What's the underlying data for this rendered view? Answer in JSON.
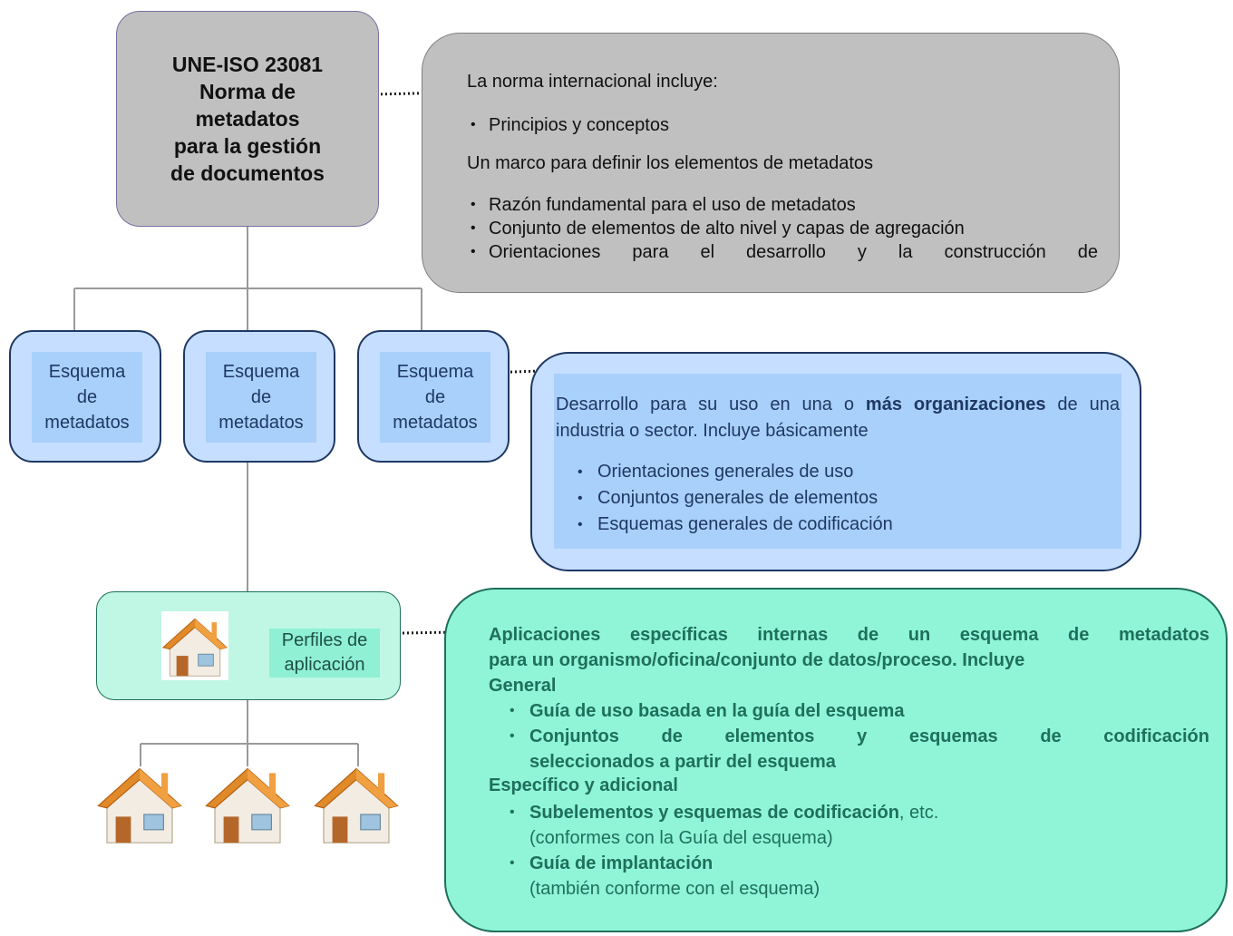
{
  "standard": {
    "title_lines": [
      "UNE-ISO 23081",
      "Norma de",
      "metadatos",
      "para la gestión",
      "de documentos"
    ]
  },
  "standard_description": {
    "intro": "La norma internacional incluye:",
    "item_1": "Principios y conceptos",
    "framework": "Un marco para definir los elementos de metadatos",
    "items": [
      "Razón fundamental para el uso de metadatos",
      "Conjunto de elementos de alto nivel y capas de agregación",
      "Orientaciones para el desarrollo y la construcción de"
    ]
  },
  "schemas": [
    {
      "lines": [
        "Esquema",
        "de",
        "metadatos"
      ]
    },
    {
      "lines": [
        "Esquema",
        "de",
        "metadatos"
      ]
    },
    {
      "lines": [
        "Esquema",
        "de",
        "metadatos"
      ]
    }
  ],
  "schema_description": {
    "text_before": "Desarrollo para su uso en una o ",
    "text_bold": "más organizaciones",
    "text_after": " de una industria o sector. Incluye básicamente",
    "items": [
      "Orientaciones generales de uso",
      "Conjuntos generales de elementos",
      "Esquemas generales de codificación"
    ]
  },
  "profiles": {
    "label_lines": [
      "Perfiles de",
      "aplicación"
    ],
    "icon": "house-icon"
  },
  "profile_description": {
    "heading_lines": [
      "Aplicaciones específicas internas de un esquema de metadatos",
      "para un organismo/oficina/conjunto de datos/proceso. Incluye",
      "General"
    ],
    "general_items": [
      "Guía de uso basada en la guía del esquema",
      "Conjuntos de elementos y esquemas de codificación",
      "seleccionados a partir del esquema"
    ],
    "specific_heading": "Específico y adicional",
    "specific_items": [
      {
        "bold": "Subelementos y esquemas de codificación",
        "plain": ", etc.",
        "note": "(conformes con la Guía del esquema)"
      },
      {
        "bold": "Guía de implantación",
        "plain": "",
        "note": "(también conforme con el esquema)"
      }
    ]
  },
  "colors": {
    "grey_box": "#c0c0c0",
    "blue_box": "#c6deff",
    "blue_text": "#1f3864",
    "green_box": "#8ff5d6",
    "green_text": "#1f6f5c"
  }
}
